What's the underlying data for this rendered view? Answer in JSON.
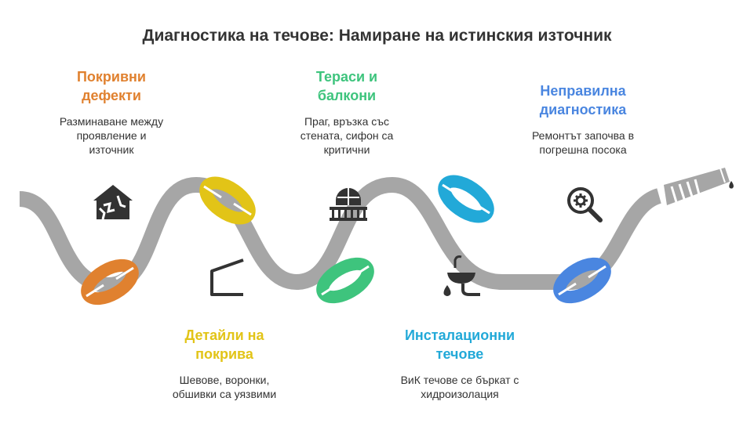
{
  "title": "Диагностика на течове: Намиране на истинския източник",
  "colors": {
    "pipe": "#a6a6a6",
    "icon": "#333333"
  },
  "steps": [
    {
      "heading_line1": "Покривни",
      "heading_line2": "дефекти",
      "desc_line1": "Разминаване между",
      "desc_line2": "проявление и",
      "desc_line3": "източник",
      "color": "#e0812f",
      "icon": "broken-house-icon"
    },
    {
      "heading_line1": "Детайли на",
      "heading_line2": "покрива",
      "desc_line1": "Шевове, воронки,",
      "desc_line2": "обшивки са уязвими",
      "desc_line3": "",
      "color": "#e2c417",
      "icon": "roof-corner-icon"
    },
    {
      "heading_line1": "Тераси и",
      "heading_line2": "балкони",
      "desc_line1": "Праг, връзка със",
      "desc_line2": "стената, сифон са",
      "desc_line3": "критични",
      "color": "#3ec47d",
      "icon": "balcony-icon"
    },
    {
      "heading_line1": "Инсталационни",
      "heading_line2": "течове",
      "desc_line1": "ВиК течове се бъркат с",
      "desc_line2": "хидроизолация",
      "desc_line3": "",
      "color": "#22a9d8",
      "icon": "sink-leak-icon"
    },
    {
      "heading_line1": "Неправилна",
      "heading_line2": "диагностика",
      "desc_line1": "Ремонтът започва в",
      "desc_line2": "погрешна посока",
      "desc_line3": "",
      "color": "#4a86e0",
      "icon": "search-gear-icon"
    }
  ]
}
